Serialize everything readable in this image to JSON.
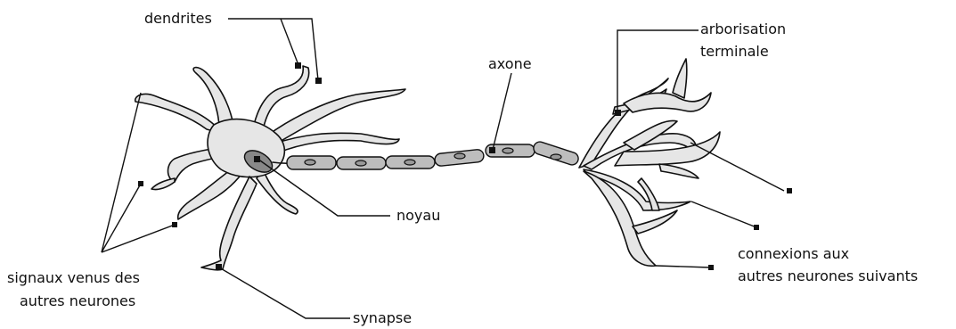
{
  "labels": {
    "dendrites": "dendrites",
    "arborisation_line1": "arborisation",
    "arborisation_line2": "terminale",
    "axone": "axone",
    "noyau": "noyau",
    "connexions_line1": "connexions aux",
    "connexions_line2": "autres neurones suivants",
    "signaux_line1": "signaux venus des",
    "signaux_line2": "autres neurones",
    "synapse": "synapse"
  }
}
